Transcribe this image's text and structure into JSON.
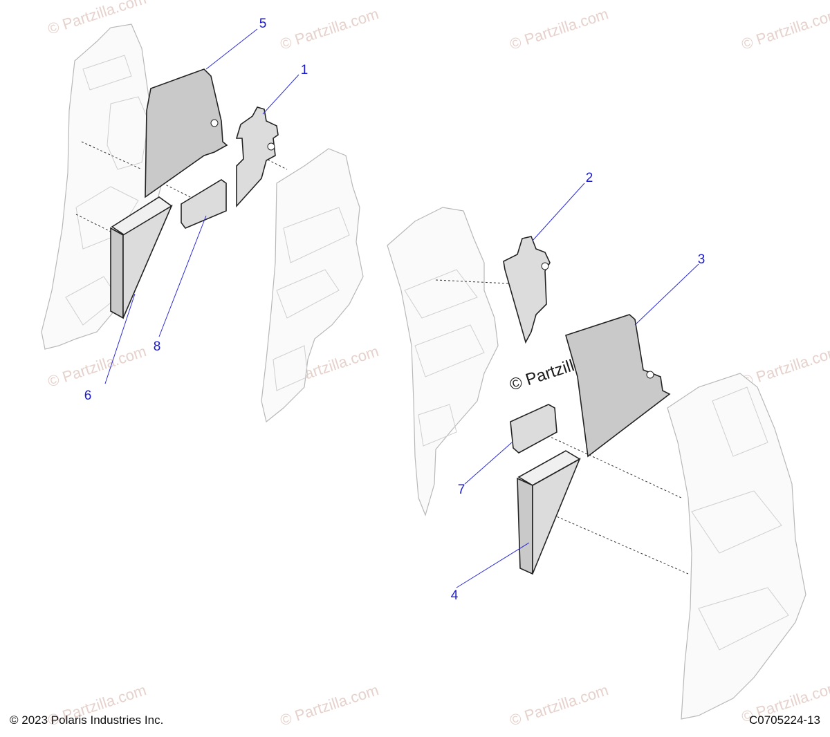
{
  "watermark": {
    "text": "© Partzilla.com",
    "center_text": "© Partzilla.com"
  },
  "callouts": [
    {
      "number": "1"
    },
    {
      "number": "2"
    },
    {
      "number": "3"
    },
    {
      "number": "4"
    },
    {
      "number": "5"
    },
    {
      "number": "6"
    },
    {
      "number": "7"
    },
    {
      "number": "8"
    }
  ],
  "footer": {
    "copyright": "© 2023 Polaris Industries Inc.",
    "diagram_code": "C0705224-13"
  },
  "colors": {
    "callout": "#1a1acc",
    "watermark": "#e6d2cc",
    "pad_fill": "#c9c9c9"
  }
}
